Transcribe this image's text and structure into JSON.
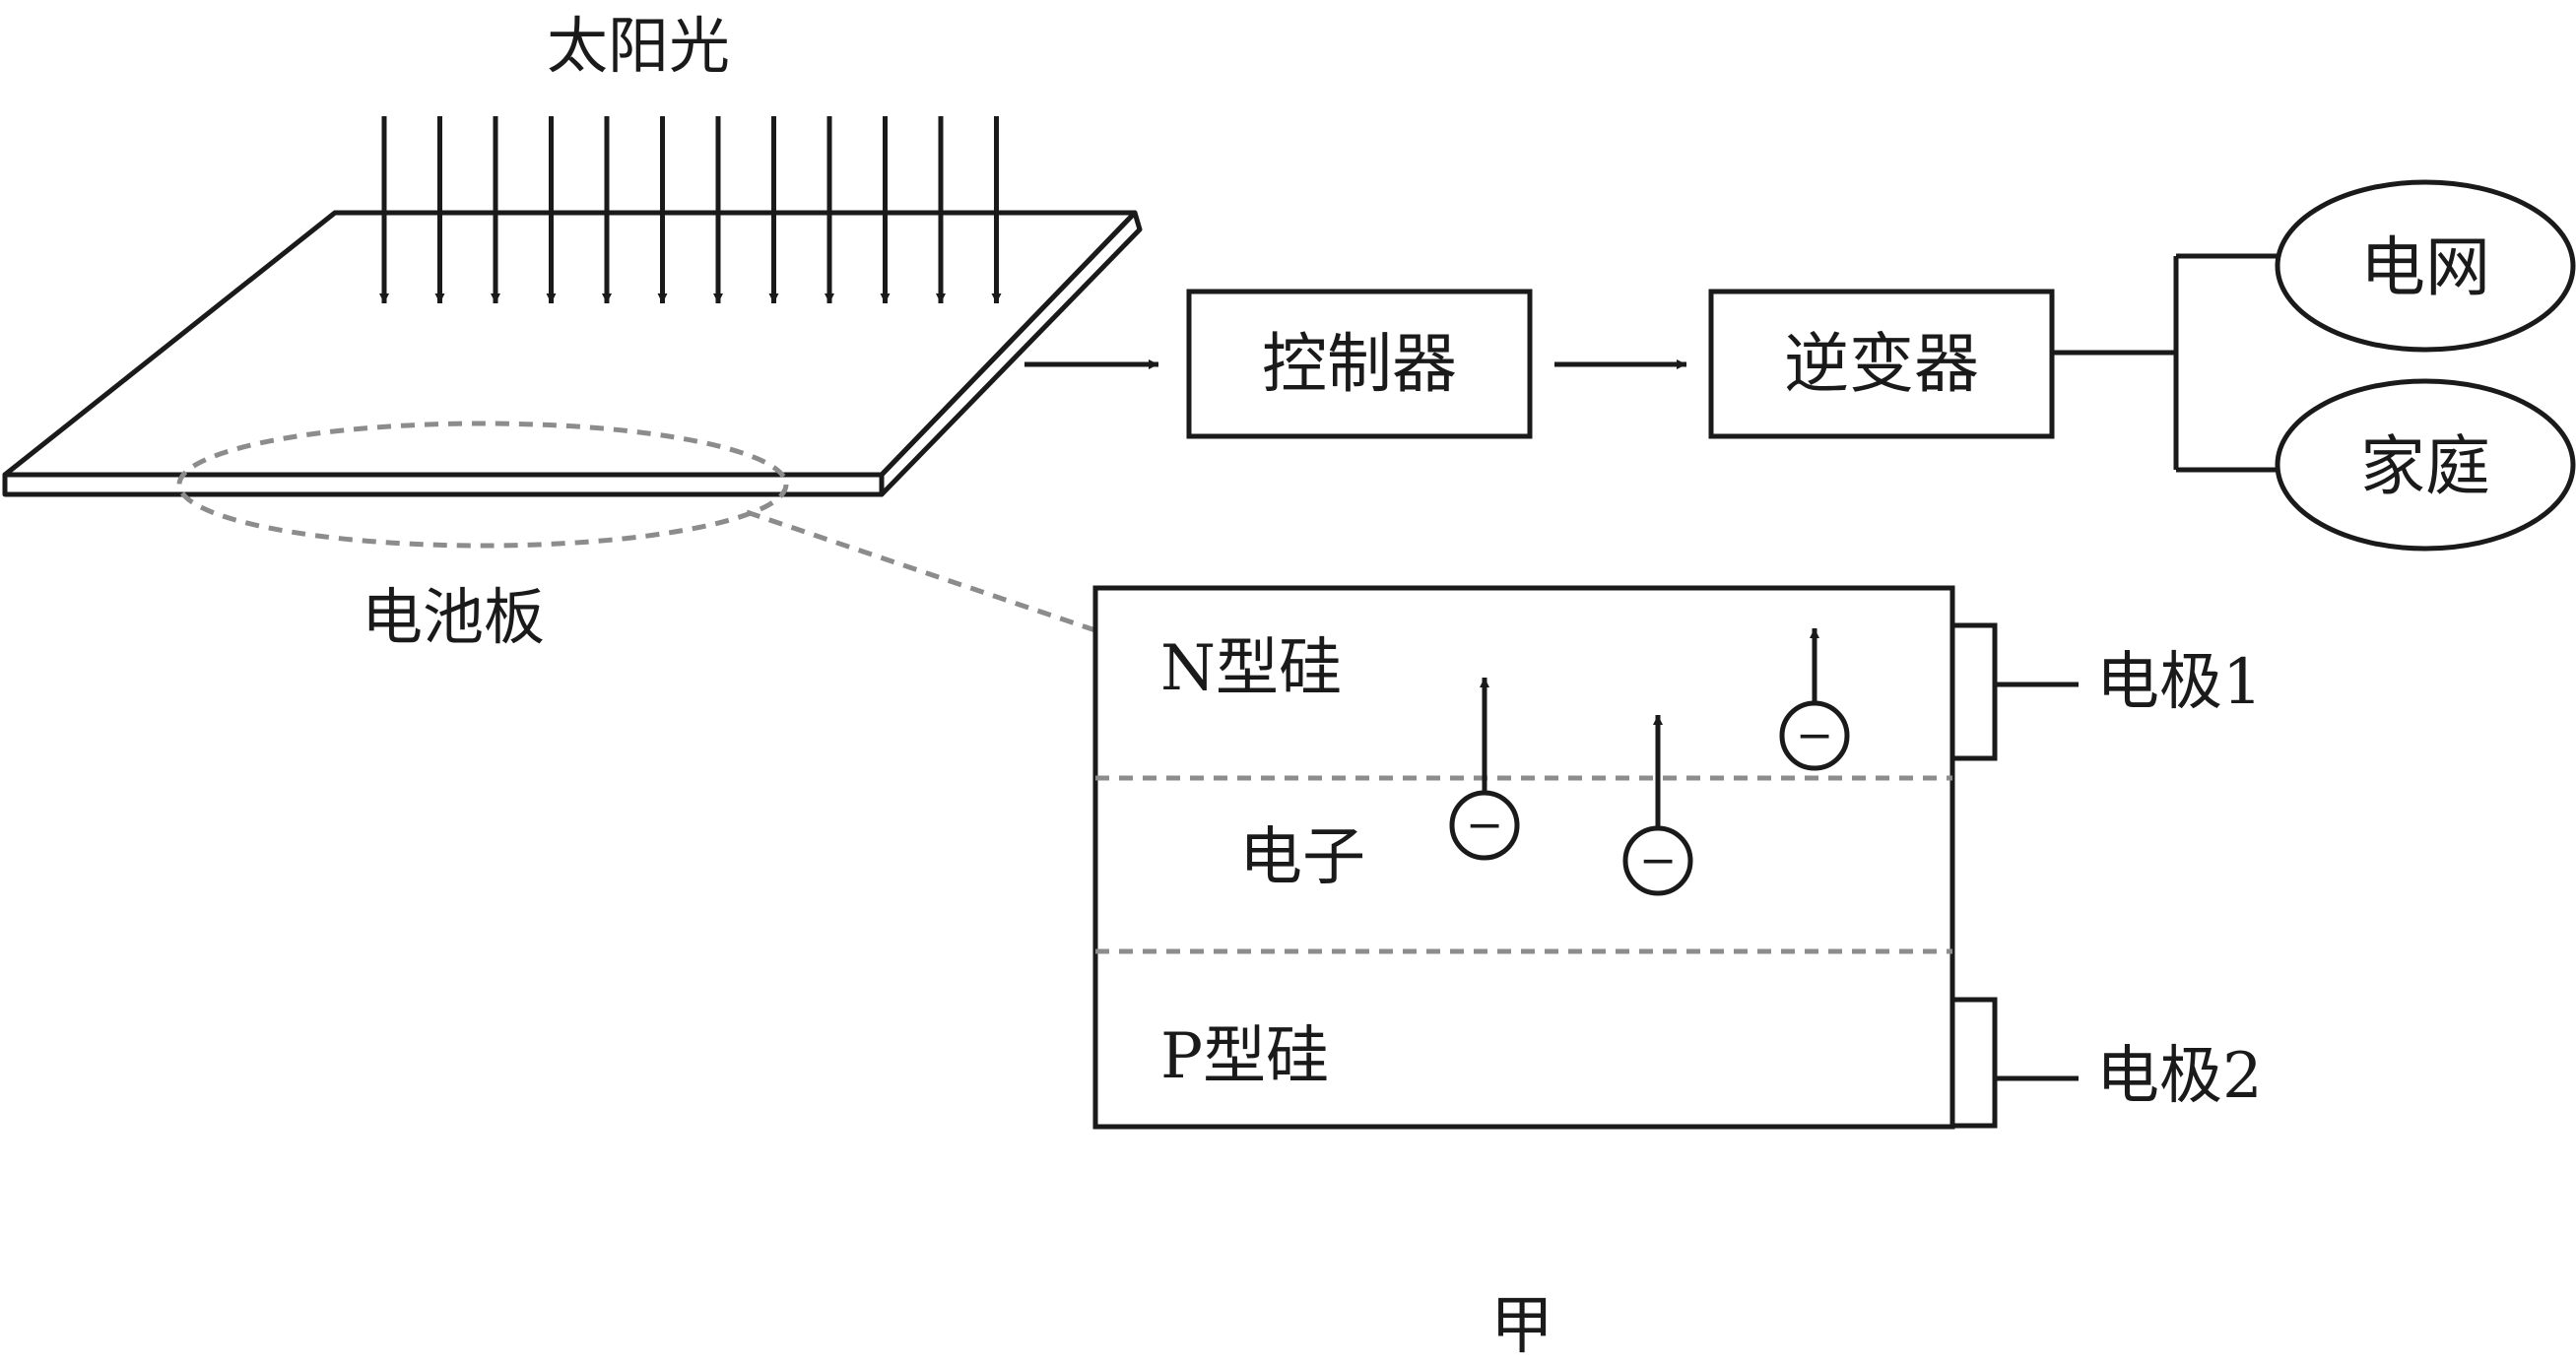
{
  "sunlight_label": "太阳光",
  "panel_label": "电池板",
  "controller_label": "控制器",
  "inverter_label": "逆变器",
  "grid_label": "电网",
  "home_label": "家庭",
  "n_silicon_label": "N型硅",
  "electron_label": "电子",
  "p_silicon_label": "P型硅",
  "electrode1_label": "电极1",
  "electrode2_label": "电极2",
  "electron_symbol": "−",
  "figure_label": "甲",
  "colors": {
    "line": "#1a1a1a",
    "dashed": "#8c8c8c"
  }
}
